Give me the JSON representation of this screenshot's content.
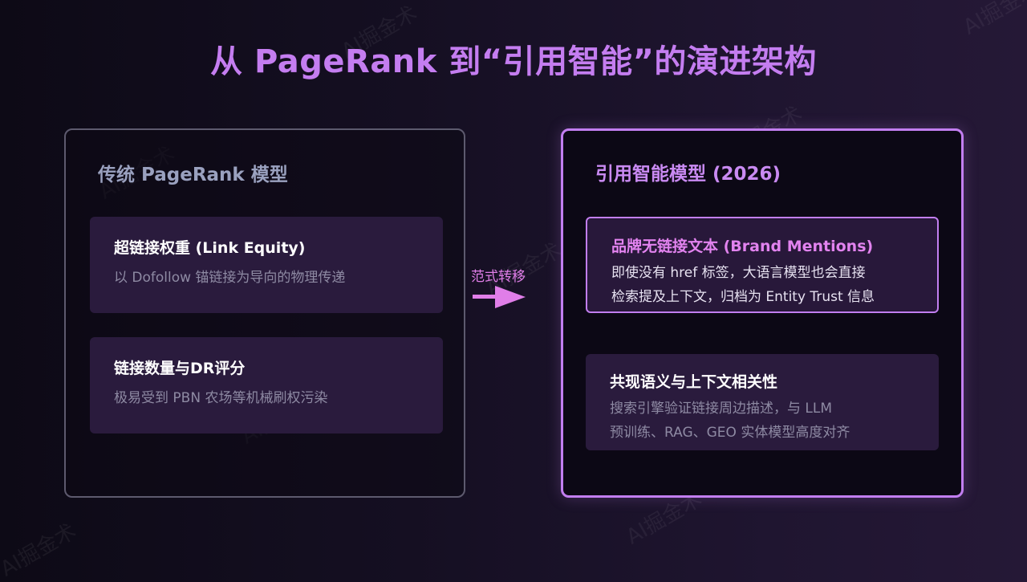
{
  "title": "从 PageRank 到“引用智能”的演进架构",
  "watermark": "AI掘金术",
  "left_panel": {
    "title": "传统 PageRank 模型",
    "cards": [
      {
        "title": "超链接权重 (Link Equity)",
        "lines": [
          "以 Dofollow 锚链接为导向的物理传递"
        ]
      },
      {
        "title": "链接数量与DR评分",
        "lines": [
          "极易受到 PBN 农场等机械刷权污染"
        ]
      }
    ]
  },
  "transition": {
    "label": "范式转移"
  },
  "right_panel": {
    "title": "引用智能模型 (2026)",
    "cards": [
      {
        "title": "品牌无链接文本 (Brand Mentions)",
        "lines": [
          "即使没有 href 标签，大语言模型也会直接",
          "检索提及上下文，归档为 Entity Trust 信息"
        ]
      },
      {
        "title": "共现语义与上下文相关性",
        "lines": [
          "搜索引擎验证链接周边描述，与 LLM",
          "预训练、RAG、GEO 实体模型高度对齐"
        ]
      }
    ]
  },
  "colors": {
    "accent": "#c27ef0",
    "highlight_title": "#e283ef",
    "card_bg": "#2a1b3d",
    "muted_text": "#8e8aa3"
  }
}
